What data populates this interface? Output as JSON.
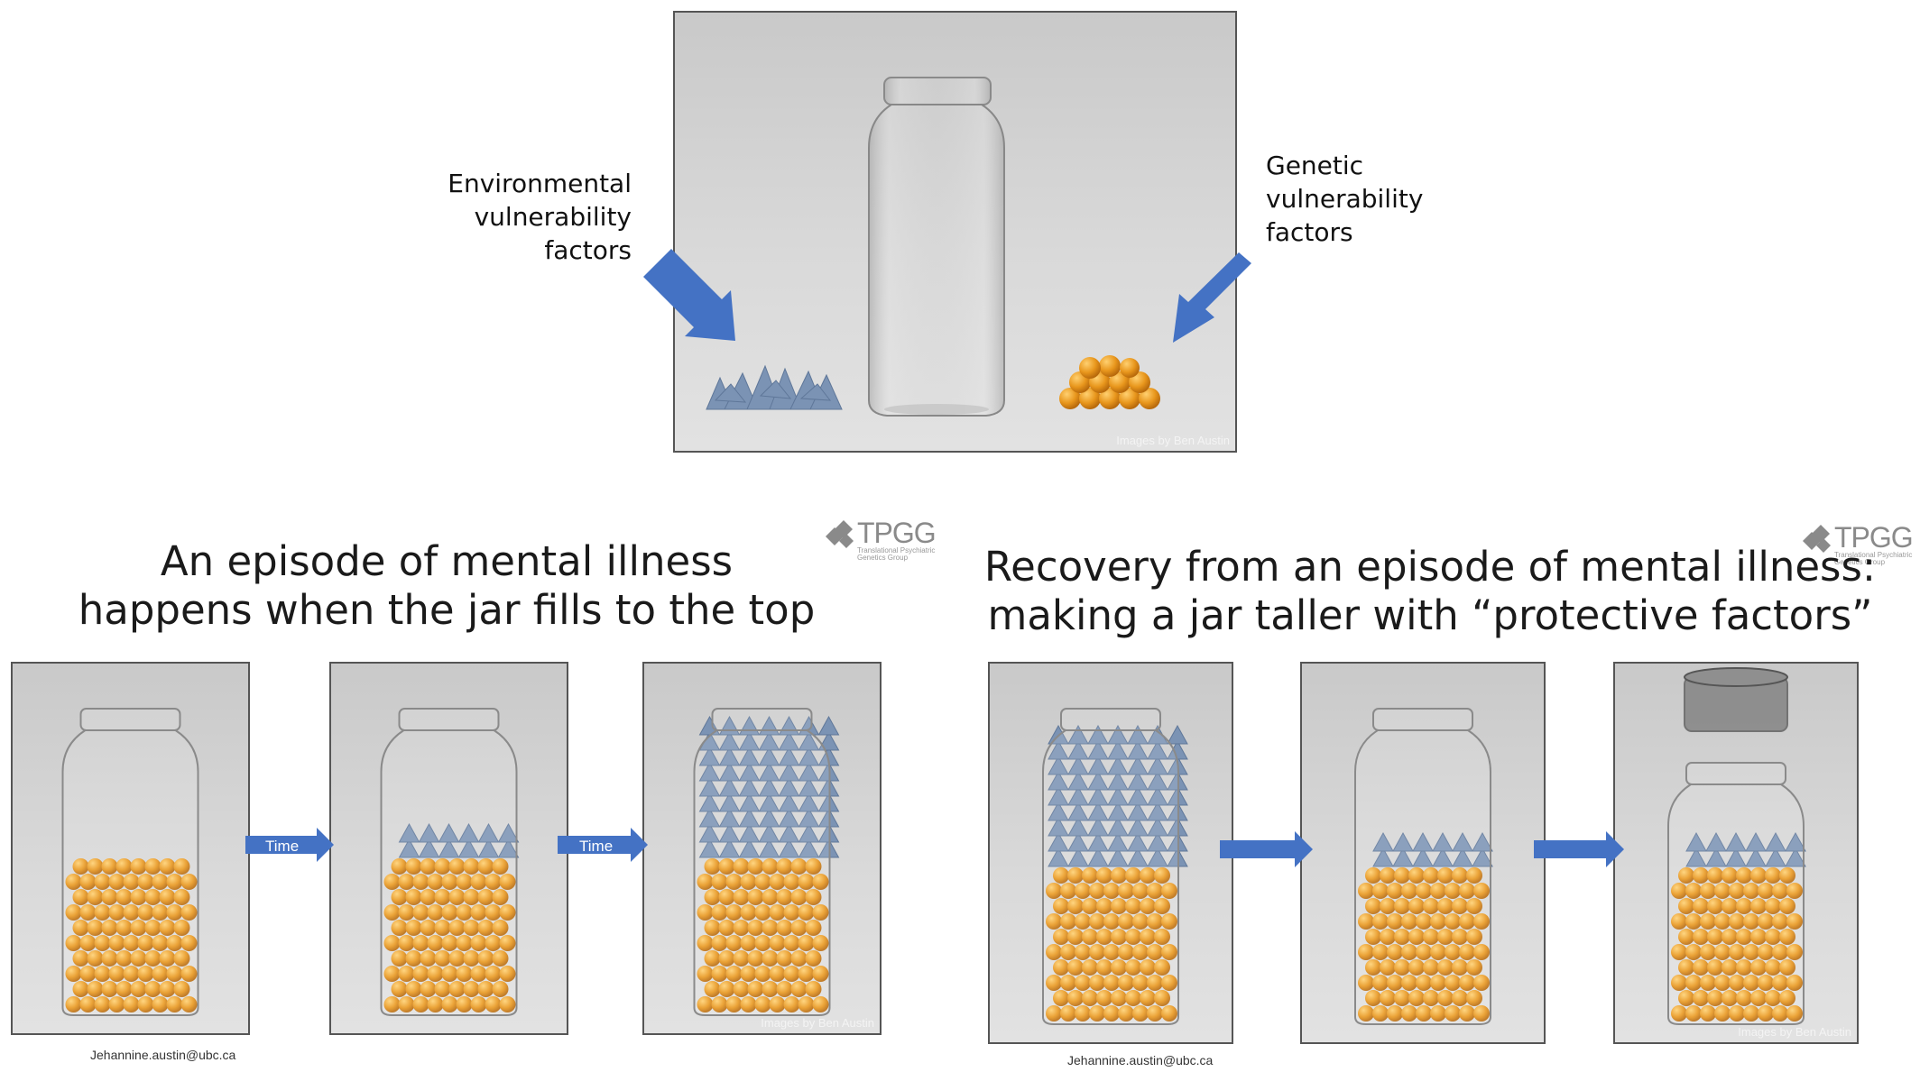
{
  "top": {
    "env_label": [
      "Environmental",
      "vulnerability",
      "factors"
    ],
    "gen_label": [
      "Genetic",
      "vulnerability",
      "factors"
    ],
    "credit": "Images by Ben Austin"
  },
  "left_section": {
    "title_line1": "An episode of mental illness",
    "title_line2": "happens when the jar fills to the top",
    "arrow_label_1": "Time",
    "arrow_label_2": "Time",
    "credit": "Images by Ben Austin",
    "email": "Jehannine.austin@ubc.ca"
  },
  "right_section": {
    "title_line1": "Recovery from an episode of mental illness:",
    "title_line2": "making a jar taller with “protective factors”",
    "credit": "Images by Ben Austin",
    "email": "Jehannine.austin@ubc.ca"
  },
  "logo": {
    "text": "TPGG",
    "subtitle_line1": "Translational Psychiatric",
    "subtitle_line2": "Genetics Group"
  },
  "colors": {
    "arrow": "#4472c4",
    "orange_ball": "#e8961c",
    "blue_shape": "#7b93b4",
    "panel_bg": "#d2d2d2"
  }
}
